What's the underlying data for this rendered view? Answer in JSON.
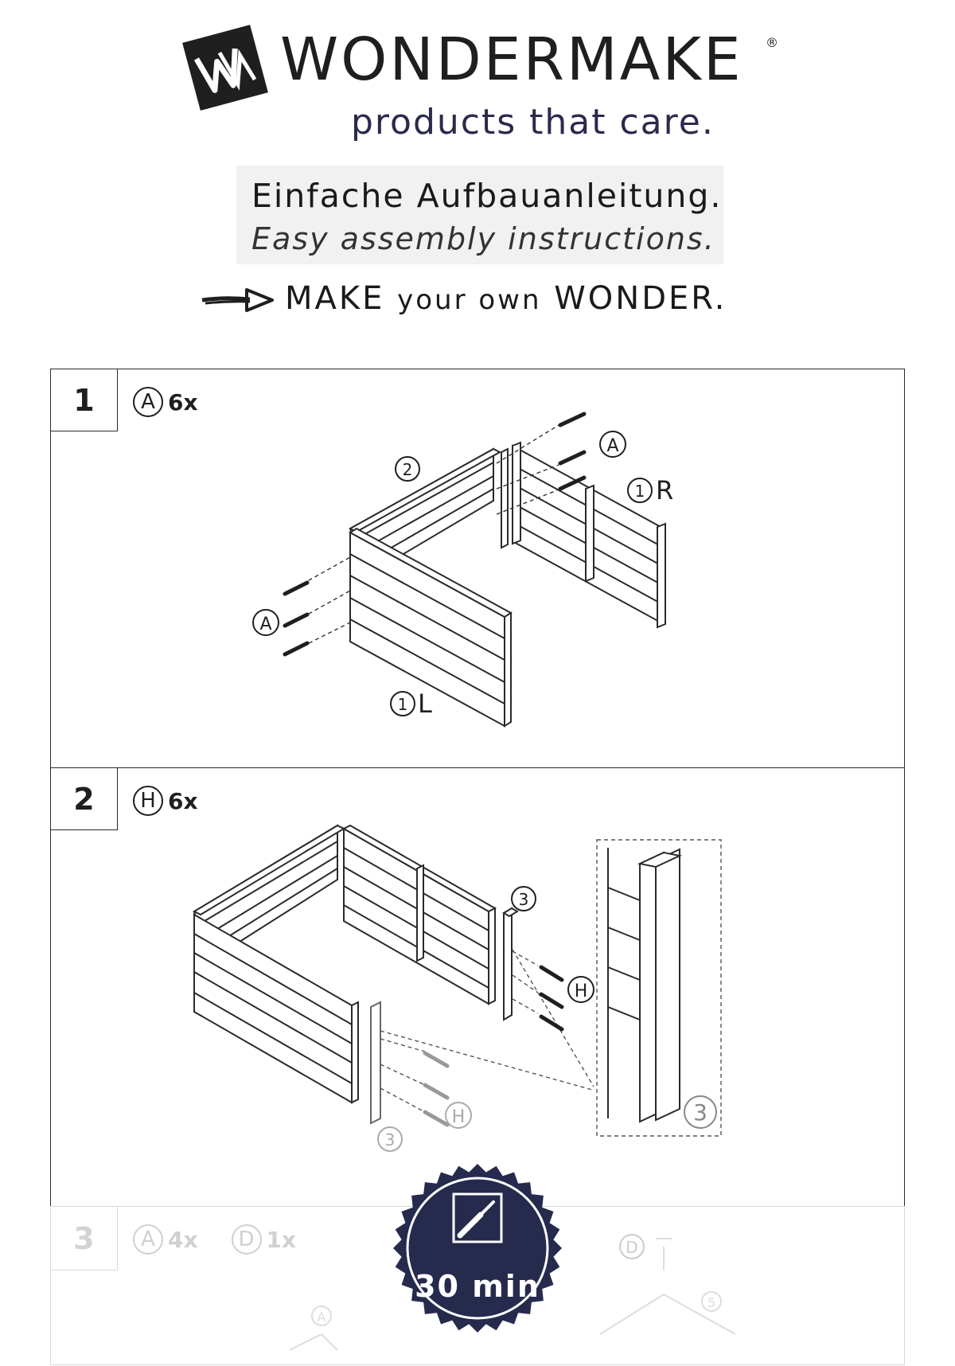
{
  "header": {
    "brand": "WONDERMAKE",
    "registered": "®",
    "tagline": "products that care.",
    "title_de": "Einfache Aufbauanleitung.",
    "title_en": "Easy assembly instructions.",
    "motto_make": "MAKE",
    "motto_your_own": "your own",
    "motto_wonder": "WONDER."
  },
  "steps": [
    {
      "number": "1",
      "part": "A",
      "qty": "6x",
      "labels": {
        "a_top": "A",
        "a_left": "A",
        "b": "2",
        "r_num": "1",
        "r": "R",
        "l_num": "1",
        "l": "L"
      }
    },
    {
      "number": "2",
      "part": "H",
      "qty": "6x",
      "labels": {
        "post": "3",
        "h_right": "H",
        "h_left": "H",
        "post_left": "3",
        "detail": "3"
      }
    },
    {
      "number": "3",
      "parts": [
        {
          "part": "A",
          "qty": "4x"
        },
        {
          "part": "D",
          "qty": "1x"
        }
      ],
      "labels": {
        "d": "D",
        "a": "A",
        "n5": "5"
      }
    }
  ],
  "badge": {
    "icon": "screwdriver-icon",
    "time": "30 min",
    "color": "#262a4d"
  }
}
